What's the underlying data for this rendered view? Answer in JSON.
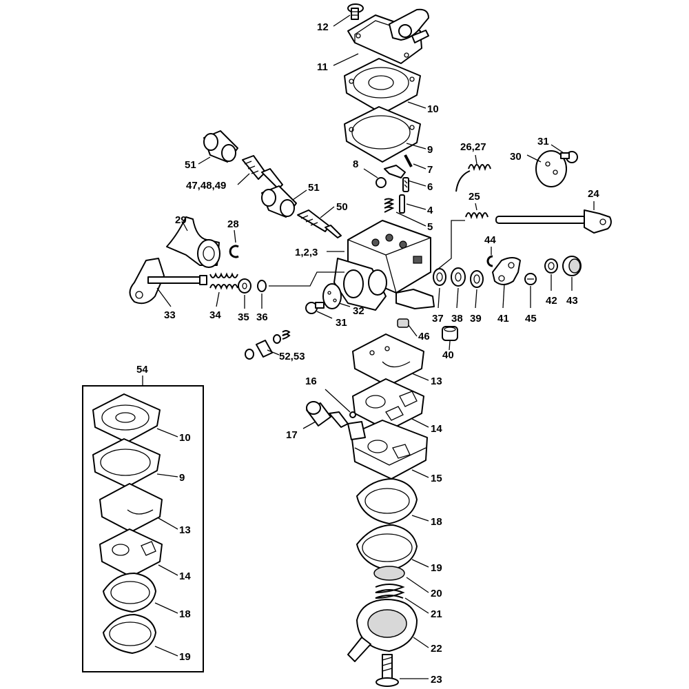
{
  "diagram": {
    "labels": {
      "p1_2_3": "1,2,3",
      "p4": "4",
      "p5": "5",
      "p6": "6",
      "p7": "7",
      "p8": "8",
      "p9": "9",
      "p10": "10",
      "p11": "11",
      "p12": "12",
      "p13": "13",
      "p14": "14",
      "p15": "15",
      "p16": "16",
      "p17": "17",
      "p18": "18",
      "p19": "19",
      "p20": "20",
      "p21": "21",
      "p22": "22",
      "p23": "23",
      "p24": "24",
      "p25": "25",
      "p26_27": "26,27",
      "p28": "28",
      "p29": "29",
      "p30": "30",
      "p31a": "31",
      "p31b": "31",
      "p32": "32",
      "p33": "33",
      "p34": "34",
      "p35": "35",
      "p36": "36",
      "p37": "37",
      "p38": "38",
      "p39": "39",
      "p40": "40",
      "p41": "41",
      "p42": "42",
      "p43": "43",
      "p44": "44",
      "p45": "45",
      "p46": "46",
      "p47_48_49": "47,48,49",
      "p50": "50",
      "p51a": "51",
      "p51b": "51",
      "p52_53": "52,53",
      "p54": "54",
      "kit10": "10",
      "kit9": "9",
      "kit13": "13",
      "kit14": "14",
      "kit18": "18",
      "kit19": "19"
    }
  }
}
